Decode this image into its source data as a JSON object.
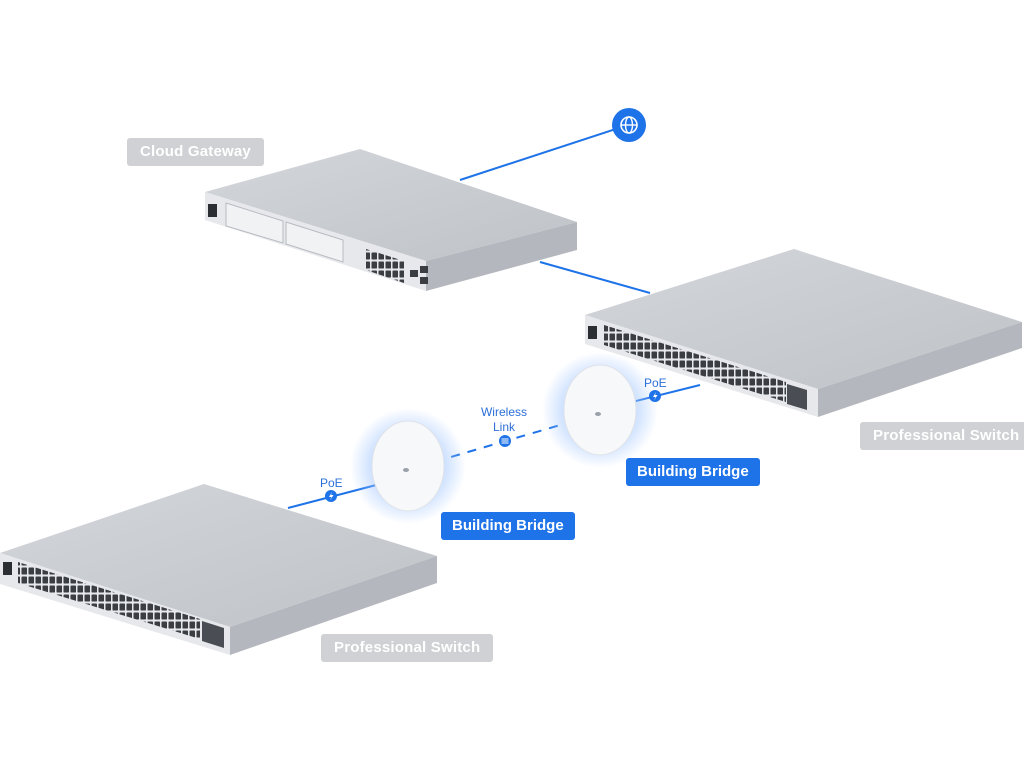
{
  "devices": {
    "cloud_gateway": {
      "label": "Cloud Gateway"
    },
    "switch_right": {
      "label": "Professional Switch"
    },
    "switch_left": {
      "label": "Professional Switch"
    },
    "bridge_right": {
      "label": "Building Bridge"
    },
    "bridge_left": {
      "label": "Building Bridge"
    }
  },
  "links": {
    "poe_right": "PoE",
    "poe_left": "PoE",
    "wireless_line1": "Wireless",
    "wireless_line2": "Link"
  },
  "icons": {
    "internet": "globe-icon",
    "poe": "lightning-icon",
    "wireless": "wifi-icon"
  },
  "colors": {
    "accent": "#1e73e8",
    "device_label_bg": "#cfd1d4",
    "device_body": "#c9ccd1"
  }
}
